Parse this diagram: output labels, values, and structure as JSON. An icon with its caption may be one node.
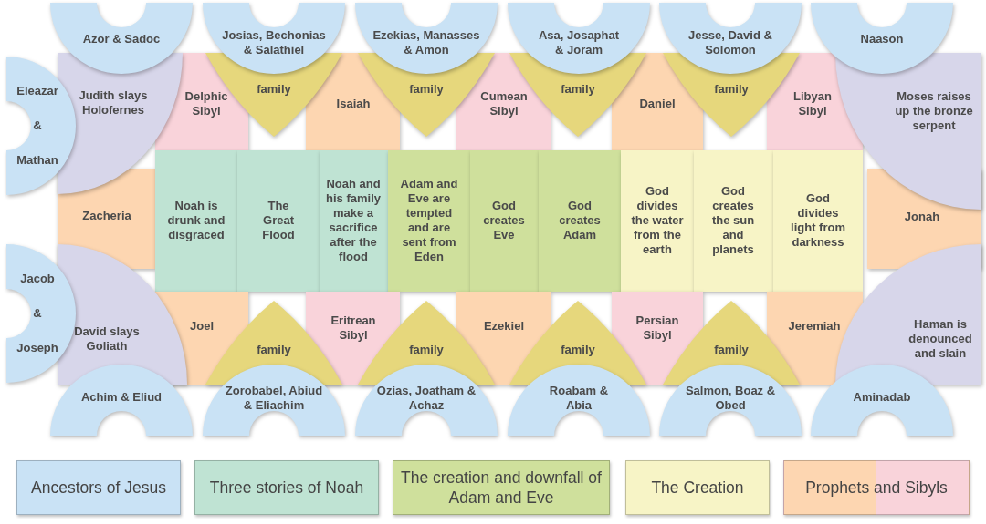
{
  "diagram": {
    "nodes": [
      {
        "text": [
          "Azor & Sadoc"
        ]
      },
      {
        "text": [
          "Josias, Bechonias & Salathiel"
        ]
      },
      {
        "text": [
          "Ezekias, Manasses & Amon"
        ]
      },
      {
        "text": [
          "Asa, Josaphat & Joram"
        ]
      },
      {
        "text": [
          "Jesse, David & Solomon"
        ]
      },
      {
        "text": [
          "Naason"
        ]
      },
      {
        "text": [
          "Eleazar & Mathan"
        ]
      },
      {
        "text": [
          "Judith slays Holofernes"
        ]
      },
      {
        "text": [
          "Delphic Sibyl"
        ]
      },
      {
        "text": [
          "family"
        ]
      },
      {
        "text": [
          "Isaiah"
        ]
      },
      {
        "text": [
          "family"
        ]
      },
      {
        "text": [
          "Cumean Sibyl"
        ]
      },
      {
        "text": [
          "family"
        ]
      },
      {
        "text": [
          "Daniel"
        ]
      },
      {
        "text": [
          "family"
        ]
      },
      {
        "text": [
          "Libyan Sibyl"
        ]
      },
      {
        "text": [
          "Moses raises up the bronze serpent"
        ]
      },
      {
        "text": [
          "Zacheria"
        ]
      },
      {
        "text": [
          "Noah is drunk and disgraced"
        ]
      },
      {
        "text": [
          "The Great Flood"
        ]
      },
      {
        "text": [
          "Noah and his family make a sacrifice after the flood"
        ]
      },
      {
        "text": [
          "Adam and Eve are tempted and are sent from Eden"
        ]
      },
      {
        "text": [
          "God creates Eve"
        ]
      },
      {
        "text": [
          "God creates Adam"
        ]
      },
      {
        "text": [
          "God divides the water from the earth"
        ]
      },
      {
        "text": [
          "God creates the sun and planets"
        ]
      },
      {
        "text": [
          "God divides light from darkness"
        ]
      },
      {
        "text": [
          "Jonah"
        ]
      },
      {
        "text": [
          "Jacob & Joseph"
        ]
      },
      {
        "text": [
          "David slays Goliath"
        ]
      },
      {
        "text": [
          "Joel"
        ]
      },
      {
        "text": [
          "family"
        ]
      },
      {
        "text": [
          "Eritrean Sibyl"
        ]
      },
      {
        "text": [
          "family"
        ]
      },
      {
        "text": [
          "Ezekiel"
        ]
      },
      {
        "text": [
          "family"
        ]
      },
      {
        "text": [
          "Persian Sibyl"
        ]
      },
      {
        "text": [
          "family"
        ]
      },
      {
        "text": [
          "Jeremiah"
        ]
      },
      {
        "text": [
          "Haman is denounced and slain"
        ]
      },
      {
        "text": [
          "Achim & Eliud"
        ]
      },
      {
        "text": [
          "Zorobabel, Abiud & Eliachim"
        ]
      },
      {
        "text": [
          "Ozias, Joatham & Achaz"
        ]
      },
      {
        "text": [
          "Roabam & Abia"
        ]
      },
      {
        "text": [
          "Salmon, Boaz & Obed"
        ]
      },
      {
        "text": [
          "Aminadab"
        ]
      }
    ],
    "legend": [
      {
        "text": "Ancestors of Jesus",
        "color": "#c9e2f5"
      },
      {
        "text": "Three stories of Noah",
        "color": "#bfe3d3"
      },
      {
        "text": "The creation and downfall of Adam and Eve",
        "color": "#cfe09c"
      },
      {
        "text": "The Creation",
        "color": "#f7f4c6"
      },
      {
        "text": "Prophets and Sibyls",
        "color": "#fdd6b1"
      }
    ]
  }
}
